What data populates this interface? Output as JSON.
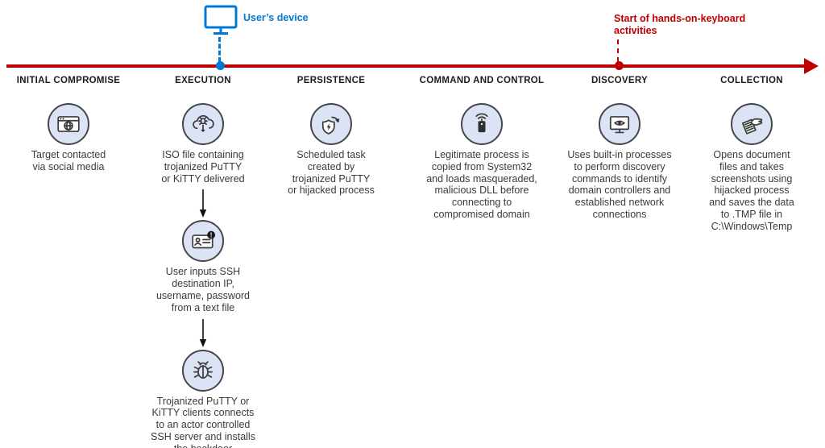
{
  "timeline": {
    "user_device_label": "User’s device",
    "hok_label": "Start of hands-on-keyboard\nactivities"
  },
  "colors": {
    "timeline_red": "#c00000",
    "device_blue": "#0078d4",
    "circle_fill": "#dce3f4",
    "circle_stroke": "#46464f",
    "body_text": "#3a3a3a",
    "header_text": "#1c1c1c"
  },
  "phases": [
    {
      "label": "INITIAL COMPROMISE",
      "steps": [
        {
          "icon": "browser-globe-icon",
          "text": "Target contacted\nvia social media"
        }
      ]
    },
    {
      "label": "EXECUTION",
      "steps": [
        {
          "icon": "cloud-malware-download-icon",
          "text": "ISO file containing\ntrojanized PuTTY\nor KiTTY delivered"
        },
        {
          "icon": "credentials-card-alert-icon",
          "text": "User inputs SSH\ndestination IP,\nusername, password\nfrom a text file"
        },
        {
          "icon": "bug-icon",
          "text": "Trojanized PuTTY or\nKiTTY clients connects\nto an actor controlled\nSSH server and installs\nthe backdoor"
        }
      ]
    },
    {
      "label": "PERSISTENCE",
      "steps": [
        {
          "icon": "shield-scheduled-task-icon",
          "text": "Scheduled task\ncreated by\ntrojanized PuTTY\nor hijacked process"
        }
      ]
    },
    {
      "label": "COMMAND AND CONTROL",
      "steps": [
        {
          "icon": "c2-beacon-device-icon",
          "text": "Legitimate process is\ncopied from System32\nand loads masqueraded,\nmalicious DLL before\nconnecting to\ncompromised domain"
        }
      ]
    },
    {
      "label": "DISCOVERY",
      "steps": [
        {
          "icon": "monitor-eye-icon",
          "text": "Uses built-in processes\nto perform discovery\ncommands to identify\ndomain controllers and\nestablished network\nconnections"
        }
      ]
    },
    {
      "label": "COLLECTION",
      "steps": [
        {
          "icon": "hand-document-icon",
          "text": "Opens document\nfiles and takes\nscreenshots using\nhijacked process\nand saves the data\nto .TMP file in\nC:\\Windows\\Temp"
        }
      ]
    }
  ]
}
